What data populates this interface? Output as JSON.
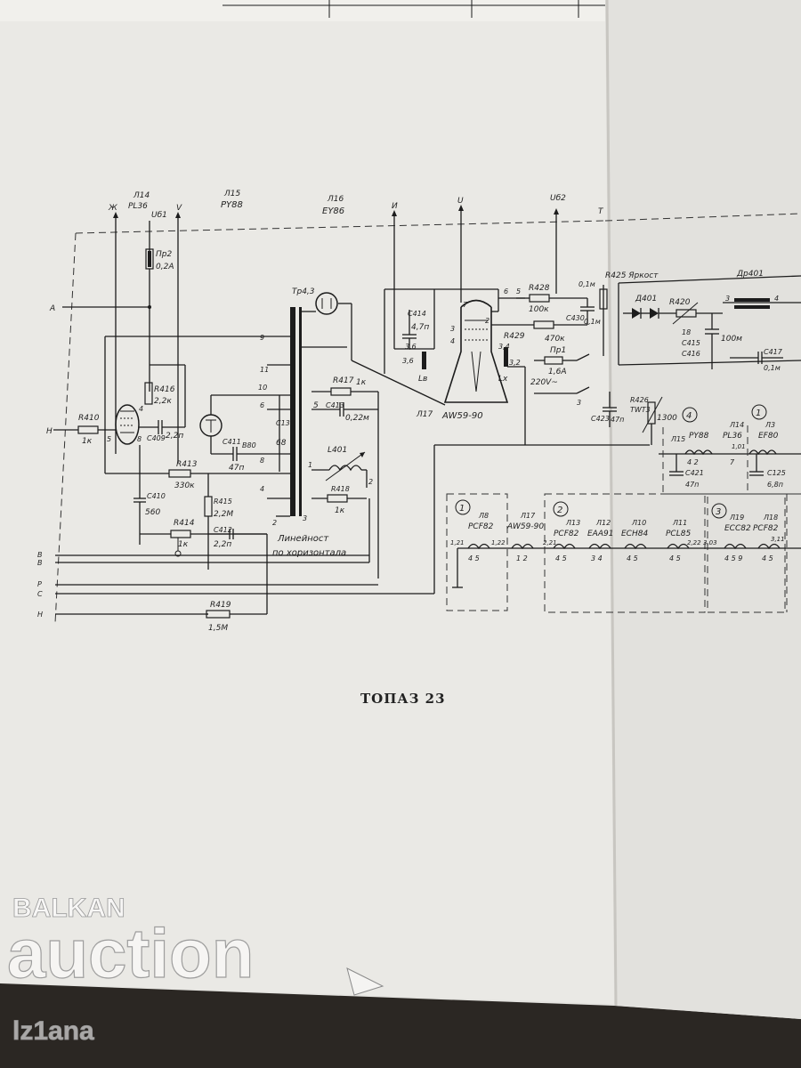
{
  "title": "ТОПАЗ 23",
  "watermark": {
    "top": "BALKAN",
    "main": "auction",
    "user": "lz1ana"
  },
  "colors": {
    "paper": "#e9e8e4",
    "ink": "#1f1f1f",
    "background": "#2b2723"
  },
  "tubes": [
    {
      "ref": "Л14",
      "type": "PL36"
    },
    {
      "ref": "Л15",
      "type": "PY88"
    },
    {
      "ref": "Л16",
      "type": "EY86"
    },
    {
      "ref": "Л17",
      "type": "AW59-90"
    }
  ],
  "supply_labels": {
    "ub1": "Uб1",
    "ub2": "Uб2",
    "u": "U",
    "i": "И",
    "zh": "Ж",
    "v": "V",
    "t": "Т"
  },
  "components": {
    "r410": {
      "ref": "R410",
      "value": "1к"
    },
    "pr2": {
      "ref": "Пр2",
      "value": "0,2А"
    },
    "r416": {
      "ref": "R416",
      "value": "2,2к"
    },
    "c409": {
      "ref": "C409",
      "value": "2,2п"
    },
    "r413": {
      "ref": "R413",
      "value": "330к"
    },
    "c410": {
      "ref": "C410",
      "value": "560"
    },
    "r414": {
      "ref": "R414",
      "value": "1к"
    },
    "r415": {
      "ref": "R415",
      "value": "2,2М"
    },
    "c412": {
      "ref": "C412",
      "value": "2,2п"
    },
    "c411": {
      "ref": "C411",
      "value": "47п"
    },
    "b80": "В80",
    "c13": {
      "ref": "C13",
      "value": "68"
    },
    "tr": "Тр4,3",
    "r417": {
      "ref": "R417",
      "value": "1к"
    },
    "c413": {
      "ref": "C413",
      "value": "0,22м"
    },
    "l401": "L401",
    "r418": {
      "ref": "R418",
      "value": "1к"
    },
    "lin_label_1": "Линейност",
    "lin_label_2": "по хоризонтала",
    "r419": {
      "ref": "R419",
      "value": "1,5М"
    },
    "c414": {
      "ref": "C414",
      "value": "4,7п"
    },
    "lb": "Lв",
    "lx": "Lx",
    "r428": {
      "ref": "R428",
      "value": "100к"
    },
    "r429": {
      "ref": "R429",
      "value": "470к"
    },
    "c1m": "0,1м",
    "c430": {
      "ref": "C430",
      "value": "0,1м"
    },
    "pr1": {
      "ref": "Пр1",
      "value": "1,6А"
    },
    "mains": "220V~",
    "c423": {
      "ref": "C423",
      "value": "47п"
    },
    "r425": "R425 Яркост",
    "r426": {
      "ref": "R426",
      "value": "TWT3"
    },
    "v1300": "1300",
    "d401": "Д401",
    "r420": "R420",
    "dr401": "Др401",
    "c415": "C415",
    "c416": "C416",
    "c18": "18",
    "c100": "100м",
    "c417": {
      "ref": "C417",
      "value": "0,1м"
    },
    "c421": {
      "ref": "C421",
      "value": "47п"
    },
    "c125": {
      "ref": "C125",
      "value": "6,8п"
    }
  },
  "pin_labels": {
    "p9": "9",
    "p11": "11",
    "p10": "10",
    "p6": "6",
    "p5": "5",
    "p8": "8",
    "p4": "4",
    "p2": "2",
    "p3": "3",
    "p1": "1",
    "p7": "7",
    "p36": "3,6",
    "p34": "3,4",
    "p32": "3,2"
  },
  "left_terminals": [
    "Н",
    "А",
    "В",
    "В",
    "Р",
    "С",
    "Н"
  ],
  "filament_chain": {
    "groups": [
      "1",
      "2",
      "3",
      "4",
      "1"
    ],
    "tubes": [
      {
        "ref": "Л8",
        "type": "PCF82",
        "pins": "4 5"
      },
      {
        "ref": "Л17",
        "type": "AW59-90",
        "pins": "1 2"
      },
      {
        "ref": "Л13",
        "type": "PCF82",
        "pins": "4 5"
      },
      {
        "ref": "Л12",
        "type": "EAA91",
        "pins": "3 4"
      },
      {
        "ref": "Л10",
        "type": "ECH84",
        "pins": "4 5"
      },
      {
        "ref": "Л11",
        "type": "PCL85",
        "pins": "4 5"
      },
      {
        "ref": "Л19",
        "type": "ECC82",
        "pins": "4 5 9"
      },
      {
        "ref": "Л18",
        "type": "PCF82",
        "pins": "4 5"
      },
      {
        "ref": "Л15",
        "type": "PY88",
        "pins": "4 2"
      },
      {
        "ref": "Л14",
        "type": "PL36",
        "pins": "7"
      },
      {
        "ref": "Л3",
        "type": "EF80",
        "pins": ""
      }
    ],
    "node_labels": [
      "1,21",
      "1,22",
      "2,21",
      "2,22",
      "3,03",
      "3,11",
      "1,01"
    ]
  }
}
